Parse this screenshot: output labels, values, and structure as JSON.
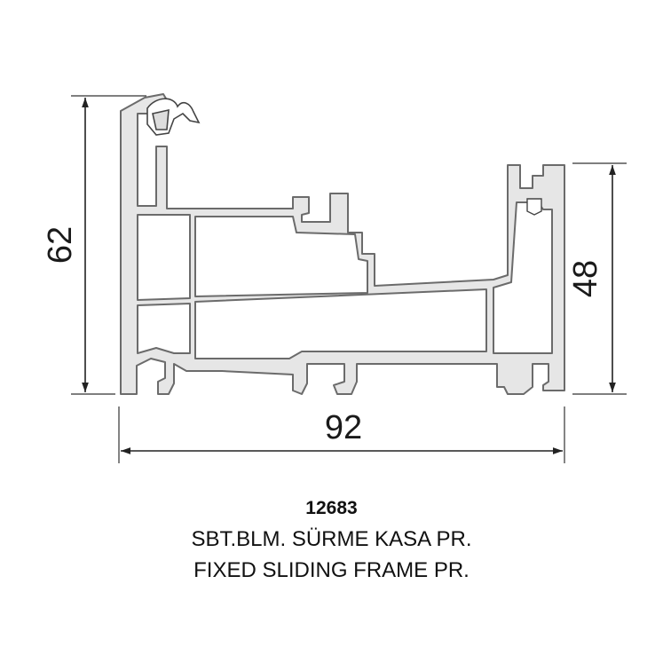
{
  "dimensions": {
    "height_left": "62",
    "height_right": "48",
    "width_bottom": "92"
  },
  "caption": {
    "code": "12683",
    "name_tr": "SBT.BLM. SÜRME KASA PR.",
    "name_en": "FIXED SLIDING FRAME PR."
  },
  "colors": {
    "profile_fill": "#e6e6e6",
    "profile_stroke": "#6b6b6b",
    "dimension_line": "#222222"
  }
}
